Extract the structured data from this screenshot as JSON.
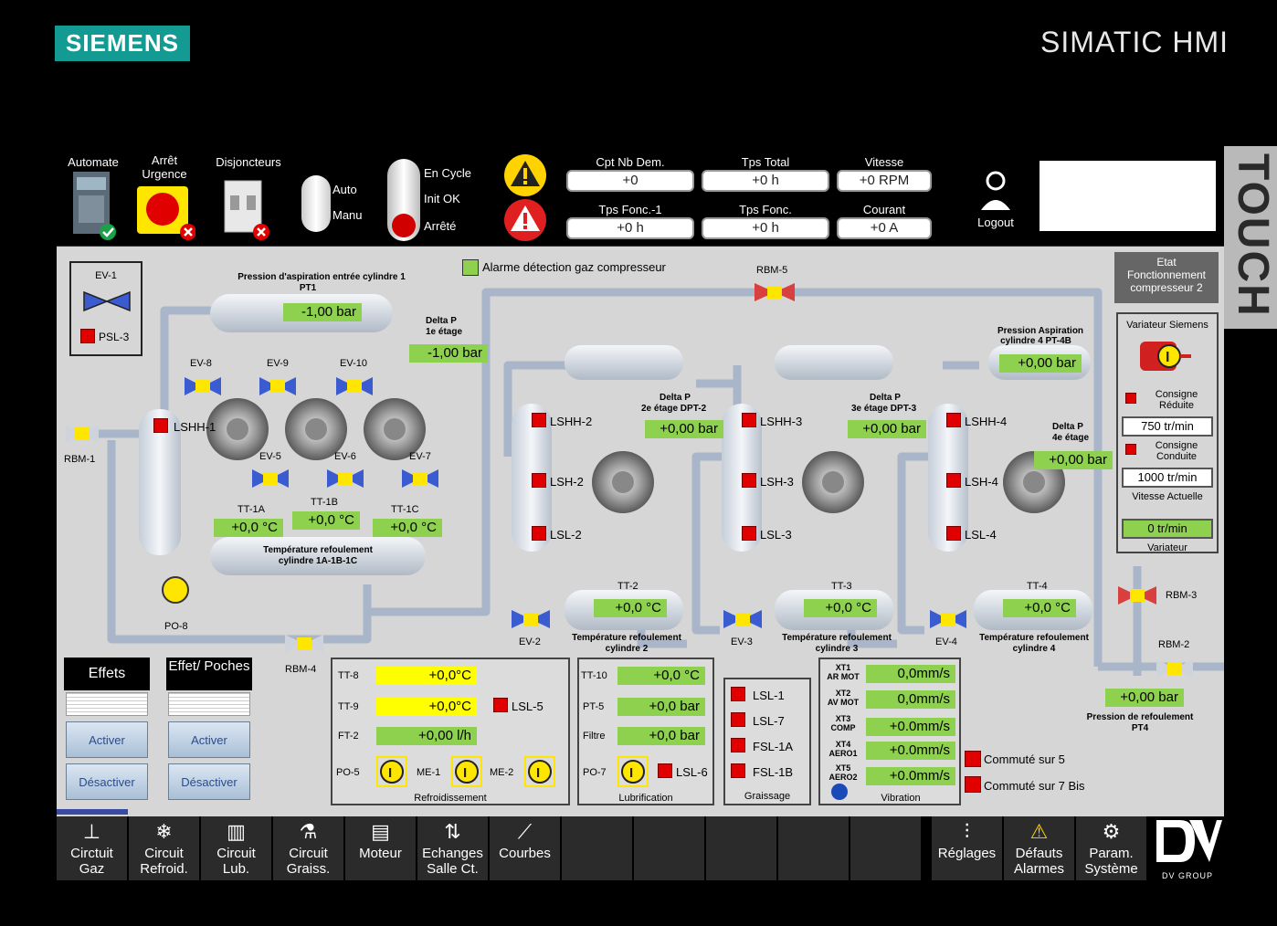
{
  "brand": {
    "logo": "SIEMENS",
    "product": "SIMATIC HMI",
    "side_label": "TOUCH"
  },
  "header": {
    "automate_label": "Automate",
    "arret_label": "Arrêt Urgence",
    "disjoncteurs_label": "Disjoncteurs",
    "mode": {
      "auto": "Auto",
      "manu": "Manu"
    },
    "state": {
      "en_cycle": "En Cycle",
      "init_ok": "Init OK",
      "arrete": "Arrêté"
    },
    "counters": [
      {
        "label": "Cpt Nb Dem.",
        "value": "+0"
      },
      {
        "label": "Tps Total",
        "value": "+0 h"
      },
      {
        "label": "Vitesse",
        "value": "+0 RPM"
      },
      {
        "label": "Tps Fonc.-1",
        "value": "+0 h"
      },
      {
        "label": "Tps Fonc.",
        "value": "+0 h"
      },
      {
        "label": "Courant",
        "value": "+0 A"
      }
    ],
    "logout": "Logout"
  },
  "process": {
    "ev1": "EV-1",
    "psl3": "PSL-3",
    "gas_alarm": "Alarme détection gaz compresseur",
    "pt1_title": "Pression d'aspiration entrée cylindre 1",
    "pt1_tag": "PT1",
    "pt1_value": "-1,00 bar",
    "dp1_title": "Delta P",
    "dp1_sub": "1e étage",
    "dp1_value": "-1,00 bar",
    "rbm5": "RBM-5",
    "rbm1": "RBM-1",
    "rbm4": "RBM-4",
    "rbm3": "RBM-3",
    "rbm2": "RBM-2",
    "ev8": "EV-8",
    "ev9": "EV-9",
    "ev10": "EV-10",
    "ev5": "EV-5",
    "ev6": "EV-6",
    "ev7": "EV-7",
    "lshh1": "LSHH-1",
    "tt1a": "TT-1A",
    "tt1a_value": "+0,0 °C",
    "tt1b": "TT-1B",
    "tt1b_value": "+0,0 °C",
    "tt1c": "TT-1C",
    "tt1c_value": "+0,0 °C",
    "temp1_title": "Température refoulement",
    "temp1_sub": "cylindre 1A-1B-1C",
    "po8": "PO-8",
    "lshh2": "LSHH-2",
    "lsh2": "LSH-2",
    "lsl2": "LSL-2",
    "ev2": "EV-2",
    "dpt2_title": "Delta P",
    "dpt2_sub": "2e étage DPT-2",
    "dpt2_value": "+0,00 bar",
    "tt2": "TT-2",
    "tt2_value": "+0,0 °C",
    "temp2_title": "Température refoulement",
    "temp2_sub": "cylindre 2",
    "lshh3": "LSHH-3",
    "lsh3": "LSH-3",
    "lsl3": "LSL-3",
    "ev3": "EV-3",
    "dpt3_title": "Delta P",
    "dpt3_sub": "3e étage DPT-3",
    "dpt3_value": "+0,00 bar",
    "tt3": "TT-3",
    "tt3_value": "+0,0 °C",
    "temp3_title": "Température refoulement",
    "temp3_sub": "cylindre 3",
    "pt4b_title": "Pression Aspiration",
    "pt4b_sub": "cylindre 4 PT-4B",
    "pt4b_value": "+0,00 bar",
    "lshh4": "LSHH-4",
    "lsh4": "LSH-4",
    "lsl4": "LSL-4",
    "ev4": "EV-4",
    "dp4_title": "Delta P",
    "dp4_sub": "4e étage",
    "dp4_value": "+0,00 bar",
    "tt4": "TT-4",
    "tt4_value": "+0,0 °C",
    "temp4_title": "Température refoulement",
    "temp4_sub": "cylindre 4",
    "pt4_value": "+0,00 bar",
    "pt4_title": "Pression de refoulement",
    "pt4_tag": "PT4"
  },
  "etat": {
    "label": "Etat Fonctionnement compresseur 2"
  },
  "variateur": {
    "title": "Variateur Siemens",
    "consigne_reduite": "Consigne Réduite",
    "consigne_reduite_value": "750 tr/min",
    "consigne_conduite": "Consigne Conduite",
    "consigne_conduite_value": "1000 tr/min",
    "vitesse_actuelle": "Vitesse Actuelle",
    "vitesse_value": "0 tr/min",
    "footer": "Variateur"
  },
  "effets": {
    "title": "Effets",
    "activer": "Activer",
    "desactiver": "Désactiver"
  },
  "effet_poches": {
    "title": "Effet/ Poches",
    "activer": "Activer",
    "desactiver": "Désactiver"
  },
  "refroid": {
    "tt8": "TT-8",
    "tt8_value": "+0,0°C",
    "tt9": "TT-9",
    "tt9_value": "+0,0°C",
    "lsl5": "LSL-5",
    "ft2": "FT-2",
    "ft2_value": "+0,00 l/h",
    "po5": "PO-5",
    "me1": "ME-1",
    "me2": "ME-2",
    "title": "Refroidissement"
  },
  "lubri": {
    "tt10": "TT-10",
    "tt10_value": "+0,0 °C",
    "pt5": "PT-5",
    "pt5_value": "+0,0 bar",
    "filtre": "Filtre",
    "filtre_value": "+0,0 bar",
    "po7": "PO-7",
    "lsl6": "LSL-6",
    "title": "Lubrification"
  },
  "graiss": {
    "items": [
      "LSL-1",
      "LSL-7",
      "FSL-1A",
      "FSL-1B"
    ],
    "title": "Graissage"
  },
  "vibration": {
    "rows": [
      {
        "tag": "XT1",
        "sub": "AR MOT",
        "value": "0,0mm/s"
      },
      {
        "tag": "XT2",
        "sub": "AV MOT",
        "value": "0,0mm/s"
      },
      {
        "tag": "XT3",
        "sub": "COMP",
        "value": "+0.0mm/s"
      },
      {
        "tag": "XT4",
        "sub": "AERO1",
        "value": "+0.0mm/s"
      },
      {
        "tag": "XT5",
        "sub": "AERO2",
        "value": "+0.0mm/s"
      }
    ],
    "title": "Vibration"
  },
  "commute": {
    "c5": "Commuté sur 5",
    "c7": "Commuté sur 7 Bis"
  },
  "nav": {
    "items": [
      {
        "label": "Circtuit\nGaz",
        "icon": "valve"
      },
      {
        "label": "Circuit\nRefroid.",
        "icon": "snowflake"
      },
      {
        "label": "Circuit\nLub.",
        "icon": "radiator"
      },
      {
        "label": "Circuit\nGraiss.",
        "icon": "oil-drop"
      },
      {
        "label": "Moteur",
        "icon": "motor"
      },
      {
        "label": "Echanges\nSalle Ct.",
        "icon": "exchange"
      },
      {
        "label": "Courbes",
        "icon": "chart"
      },
      {
        "label": "Réglages",
        "icon": "sliders"
      },
      {
        "label": "Défauts\nAlarmes",
        "icon": "warning"
      },
      {
        "label": "Param.\nSystème",
        "icon": "gears"
      }
    ],
    "brand": "DV GROUP"
  },
  "colors": {
    "green": "#8dd14f",
    "red": "#e00000",
    "yellow": "#ffff00",
    "pipe": "#a9b6c9"
  }
}
